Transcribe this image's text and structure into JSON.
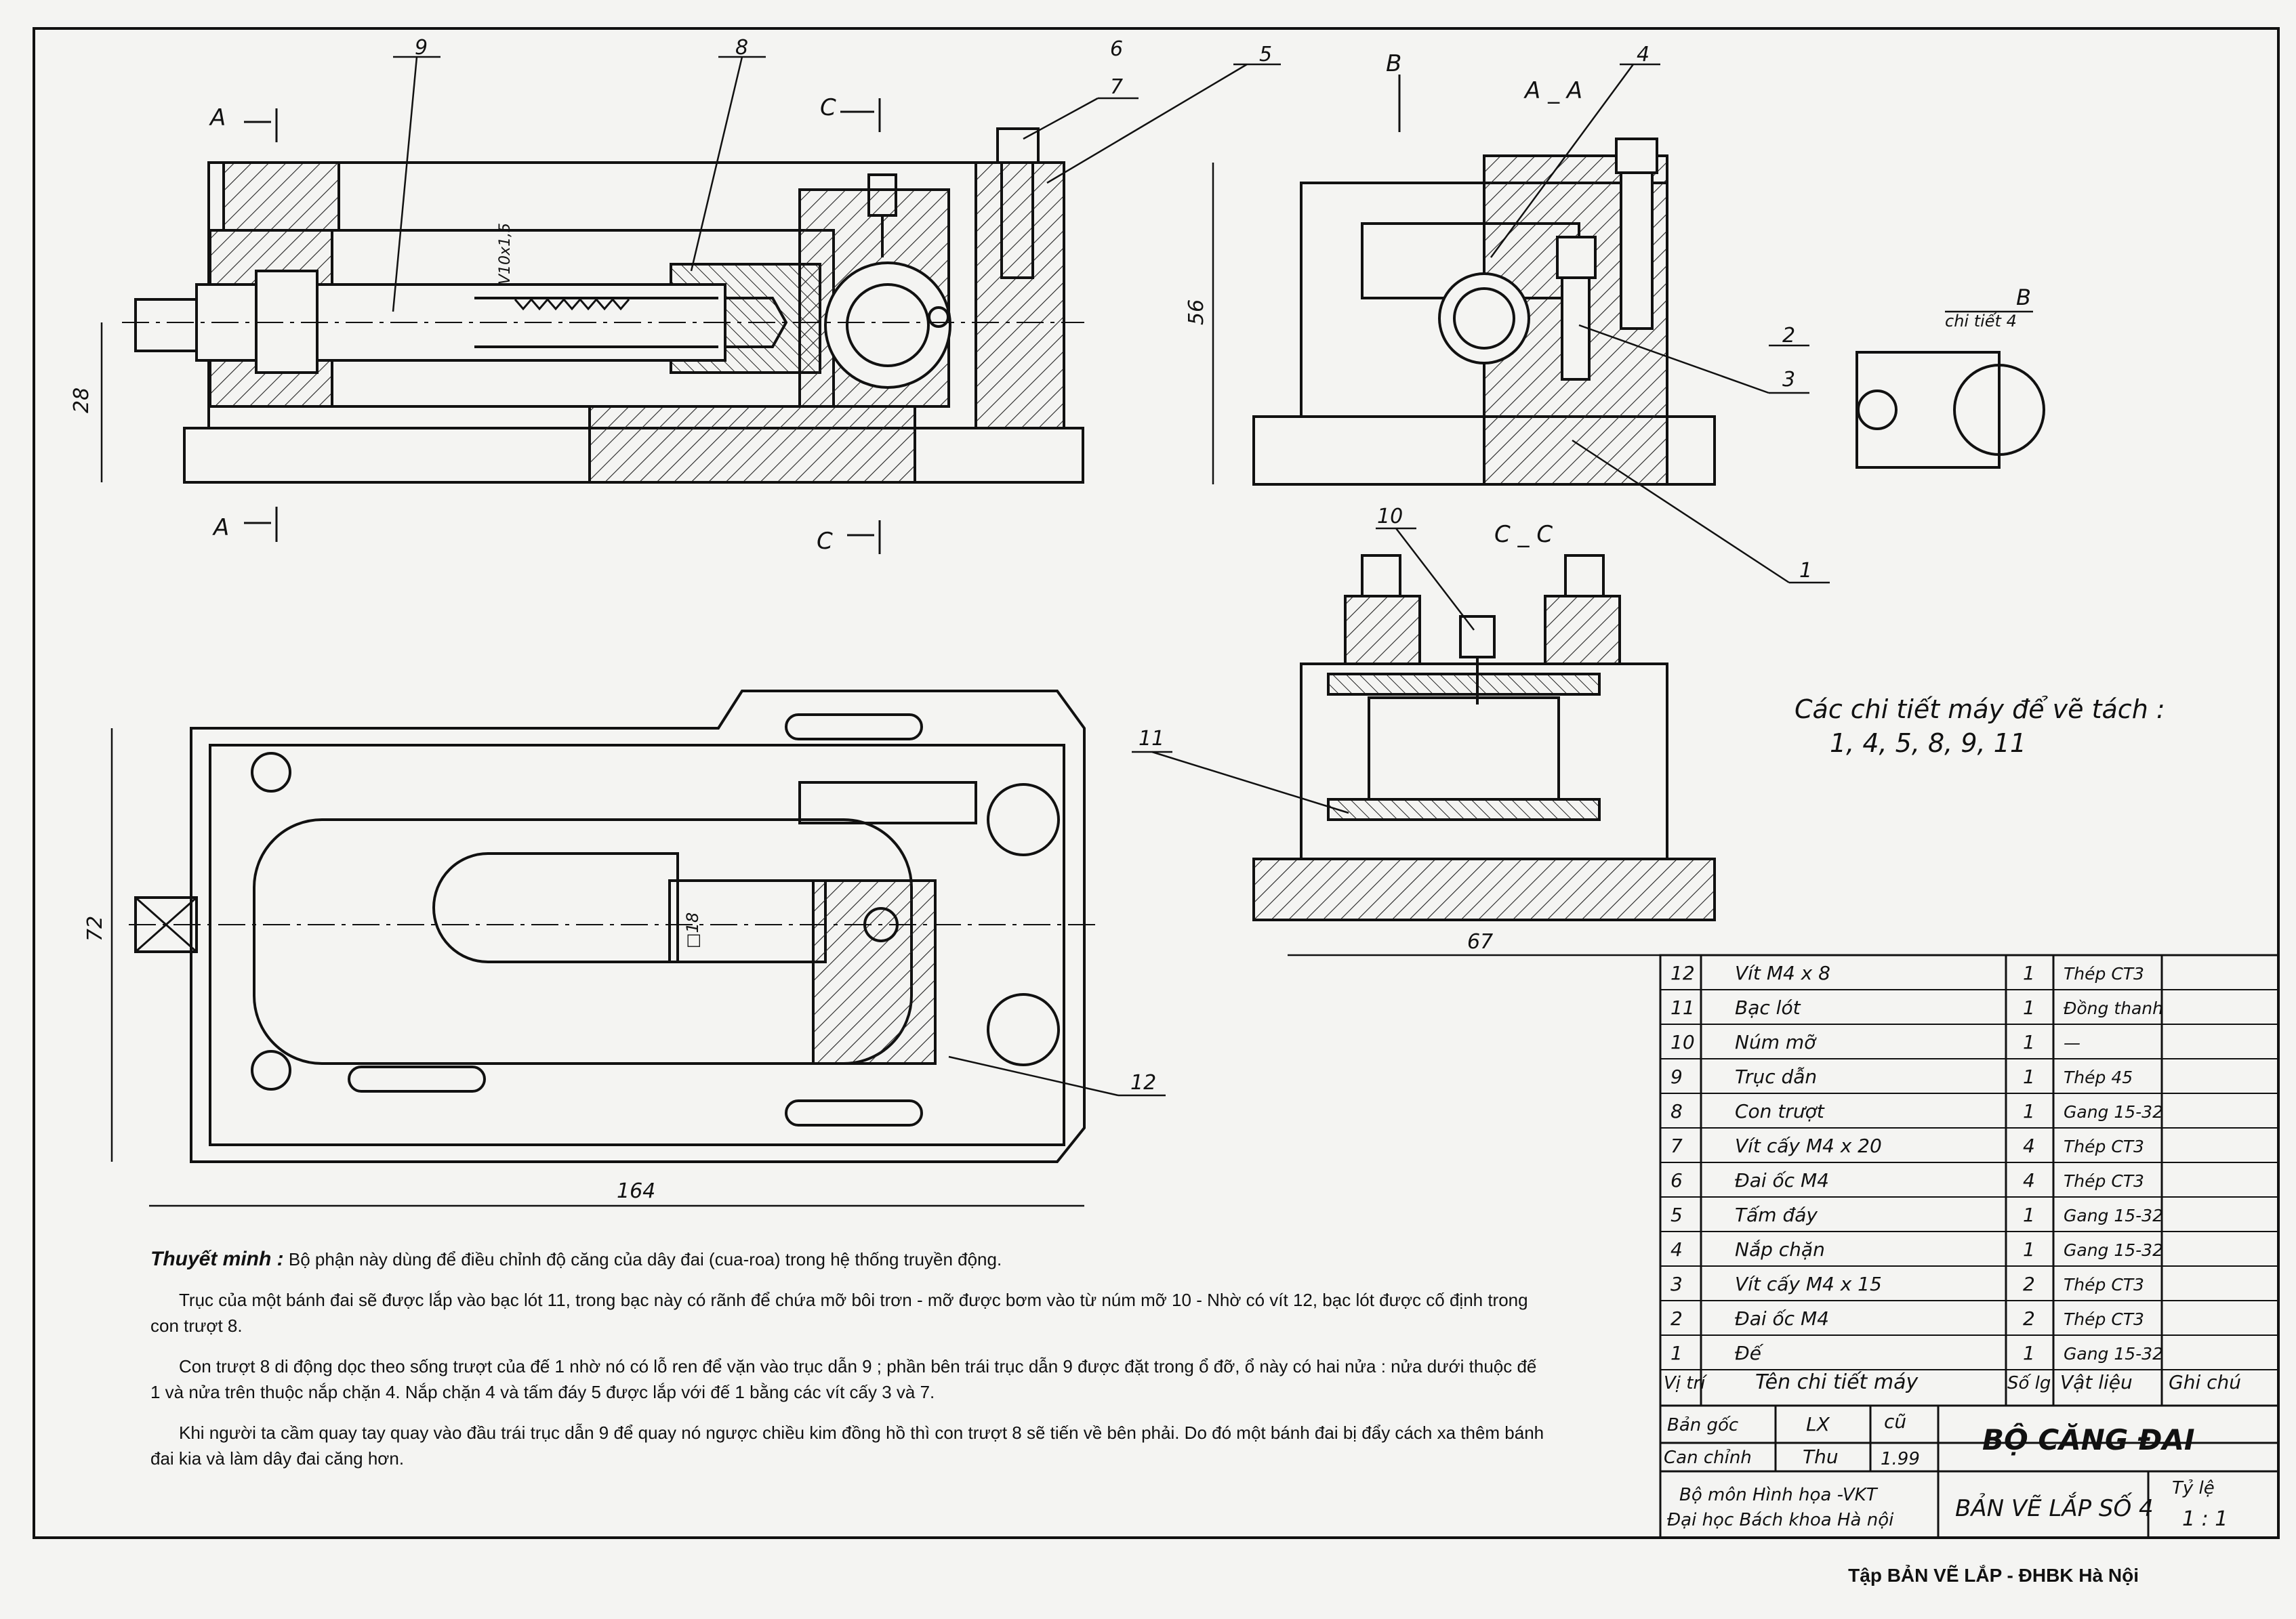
{
  "views": {
    "section_mark_a": "A",
    "section_mark_b": "B",
    "section_mark_c": "C",
    "title_a_a": "A _ A",
    "title_c_c": "C _ C",
    "detail_b_title": "B",
    "detail_b_sub": "chi tiết 4",
    "thread_label": "V10x1,5",
    "square_label": "□18"
  },
  "part_callouts": [
    "9",
    "8",
    "6",
    "7",
    "5",
    "4",
    "2",
    "3",
    "1",
    "10",
    "11",
    "12"
  ],
  "dimensions": {
    "d28": "28",
    "d56": "56",
    "d67": "67",
    "d72": "72",
    "d164": "164"
  },
  "note": {
    "heading": "Các chi tiết máy để vẽ tách :",
    "list": "1, 4, 5, 8, 9, 11"
  },
  "parts_list": {
    "rows": [
      {
        "pos": "12",
        "name": "Vít M4 x 8",
        "qty": "1",
        "material": "Thép CT3"
      },
      {
        "pos": "11",
        "name": "Bạc lót",
        "qty": "1",
        "material": "Đồng thanh"
      },
      {
        "pos": "10",
        "name": "Núm mỡ",
        "qty": "1",
        "material": "—"
      },
      {
        "pos": "9",
        "name": "Trục dẫn",
        "qty": "1",
        "material": "Thép 45"
      },
      {
        "pos": "8",
        "name": "Con trượt",
        "qty": "1",
        "material": "Gang 15-32"
      },
      {
        "pos": "7",
        "name": "Vít cấy M4 x 20",
        "qty": "4",
        "material": "Thép CT3"
      },
      {
        "pos": "6",
        "name": "Đai ốc M4",
        "qty": "4",
        "material": "Thép CT3"
      },
      {
        "pos": "5",
        "name": "Tấm đáy",
        "qty": "1",
        "material": "Gang 15-32"
      },
      {
        "pos": "4",
        "name": "Nắp chặn",
        "qty": "1",
        "material": "Gang 15-32"
      },
      {
        "pos": "3",
        "name": "Vít cấy M4 x 15",
        "qty": "2",
        "material": "Thép CT3"
      },
      {
        "pos": "2",
        "name": "Đai ốc M4",
        "qty": "2",
        "material": "Thép CT3"
      },
      {
        "pos": "1",
        "name": "Đế",
        "qty": "1",
        "material": "Gang 15-32"
      }
    ],
    "headers": {
      "pos": "Vị trí",
      "name": "Tên chi tiết máy",
      "qty": "Số lg",
      "material": "Vật liệu",
      "note": "Ghi chú"
    }
  },
  "title_block": {
    "ban_goc": "Bản gốc",
    "ban_goc_val": "LX",
    "cu": "cũ",
    "can_chinh": "Can chỉnh",
    "can_chinh_sign": "Thu",
    "date": "1.99",
    "title": "BỘ CĂNG ĐAI",
    "dept1": "Bộ môn Hình họa -VKT",
    "dept2": "Đại học Bách khoa Hà nội",
    "drawing_no": "BẢN VẼ LẮP SỐ 4",
    "scale_label": "Tỷ lệ",
    "scale": "1 : 1"
  },
  "description": {
    "heading": "Thuyết minh :",
    "p1": "Bộ phận này dùng để điều chỉnh độ căng của dây đai (cua-roa) trong hệ thống truyền động.",
    "p2": "Trục của một bánh đai sẽ được lắp vào bạc lót 11, trong bạc này có rãnh để chứa mỡ bôi trơn - mỡ được bơm vào từ núm mỡ 10 - Nhờ có vít 12, bạc lót được cố định trong con trượt 8.",
    "p3": "Con trượt 8 di động dọc theo sống trượt của đế 1 nhờ nó có lỗ ren để vặn vào trục dẫn 9 ; phần bên trái trục dẫn 9 được đặt trong ổ đỡ, ổ này có hai nửa : nửa dưới thuộc đế 1 và nửa trên thuộc nắp chặn 4. Nắp chặn 4 và tấm đáy 5 được lắp với đế 1 bằng các vít cấy 3 và 7.",
    "p4": "Khi người ta cầm quay tay quay vào đầu trái trục dẫn 9 để quay nó ngược chiều kim đồng hồ thì con trượt 8 sẽ tiến về bên phải. Do đó một bánh đai bị đẩy cách xa thêm bánh đai kia và làm dây đai căng hơn."
  },
  "footer": "Tập BẢN VẼ LẮP - ĐHBK Hà Nội"
}
